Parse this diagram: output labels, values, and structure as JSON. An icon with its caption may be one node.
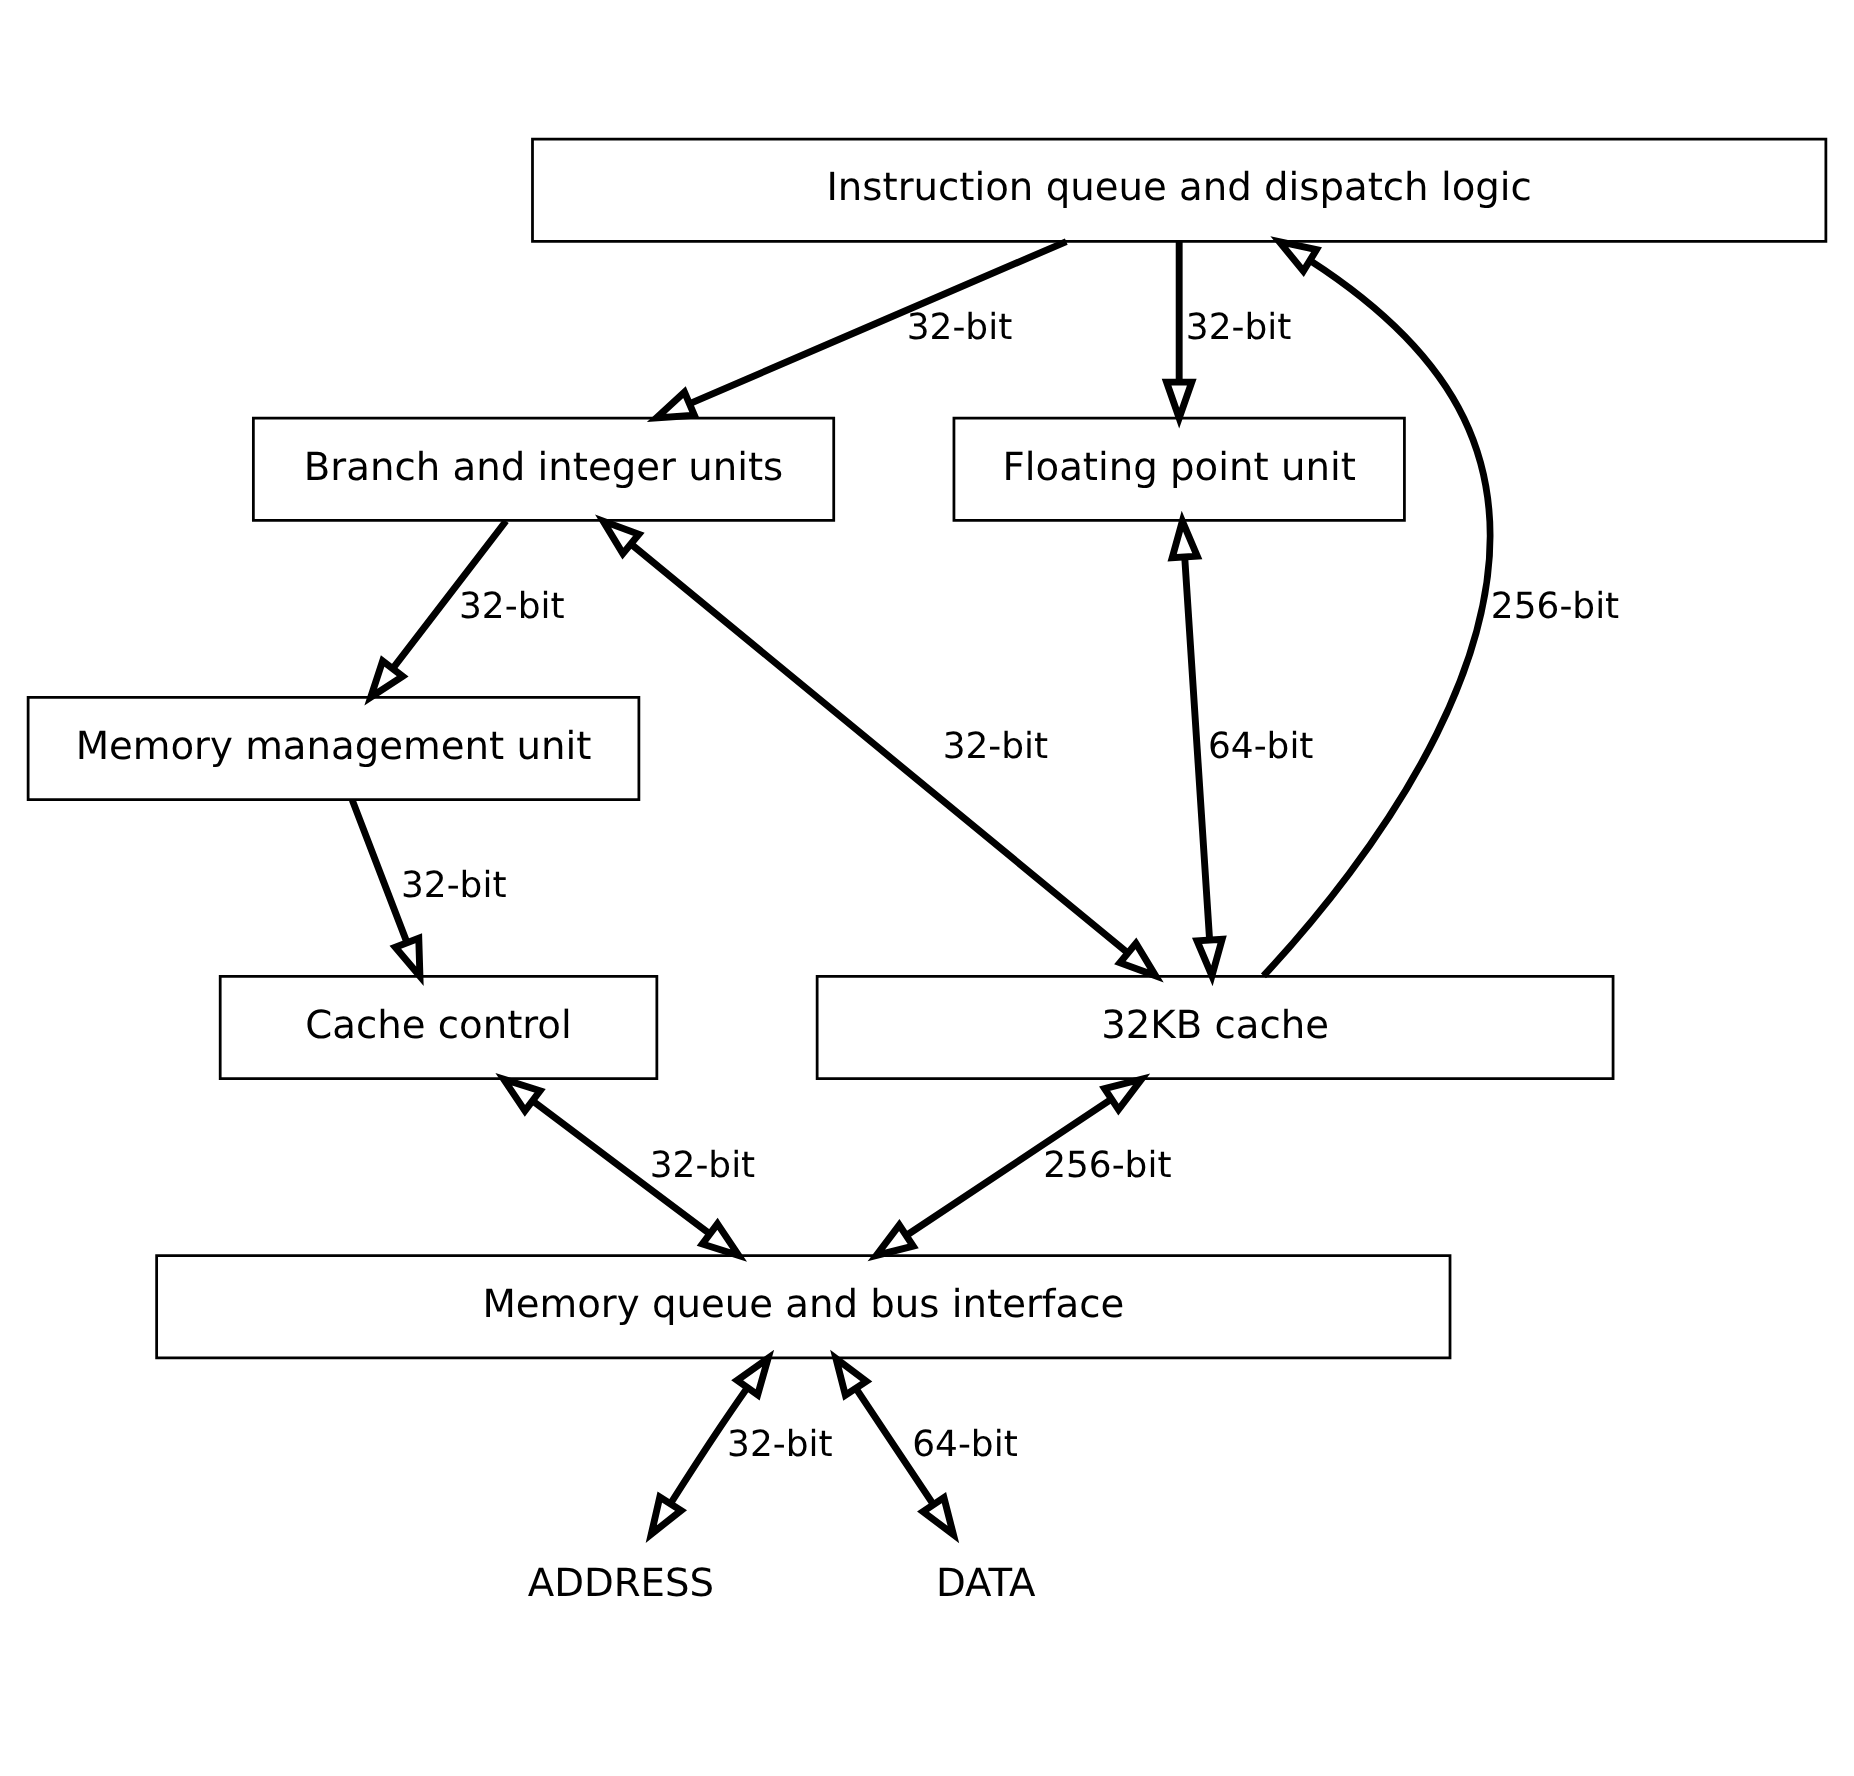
{
  "diagram": {
    "nodes": [
      {
        "text": [
          "Instruction queue and dispatch logic"
        ]
      },
      {
        "text": [
          "Branch and integer units"
        ]
      },
      {
        "text": [
          "Floating point unit"
        ]
      },
      {
        "text": [
          "Memory management unit"
        ]
      },
      {
        "text": [
          "Cache control"
        ]
      },
      {
        "text": [
          "32KB cache"
        ]
      },
      {
        "text": [
          "Memory queue and bus interface"
        ]
      },
      {
        "text": [
          "ADDRESS"
        ]
      },
      {
        "text": [
          "DATA"
        ]
      }
    ],
    "edges": [
      {
        "from": 0,
        "to": 1,
        "arrow": "to",
        "label": "32-bit"
      },
      {
        "from": 0,
        "to": 2,
        "arrow": "to",
        "label": "32-bit"
      },
      {
        "from": 1,
        "to": 3,
        "arrow": "to",
        "label": "32-bit"
      },
      {
        "from": 3,
        "to": 4,
        "arrow": "to",
        "label": "32-bit"
      },
      {
        "from": 1,
        "to": 5,
        "arrow": "both",
        "label": "32-bit"
      },
      {
        "from": 2,
        "to": 5,
        "arrow": "both",
        "label": "64-bit"
      },
      {
        "from": 5,
        "to": 0,
        "arrow": "to",
        "label": "256-bit"
      },
      {
        "from": 4,
        "to": 6,
        "arrow": "both",
        "label": "32-bit"
      },
      {
        "from": 5,
        "to": 6,
        "arrow": "both",
        "label": "256-bit"
      },
      {
        "from": 6,
        "to": 7,
        "arrow": "both",
        "label": "32-bit"
      },
      {
        "from": 6,
        "to": 8,
        "arrow": "both",
        "label": "64-bit"
      }
    ]
  }
}
